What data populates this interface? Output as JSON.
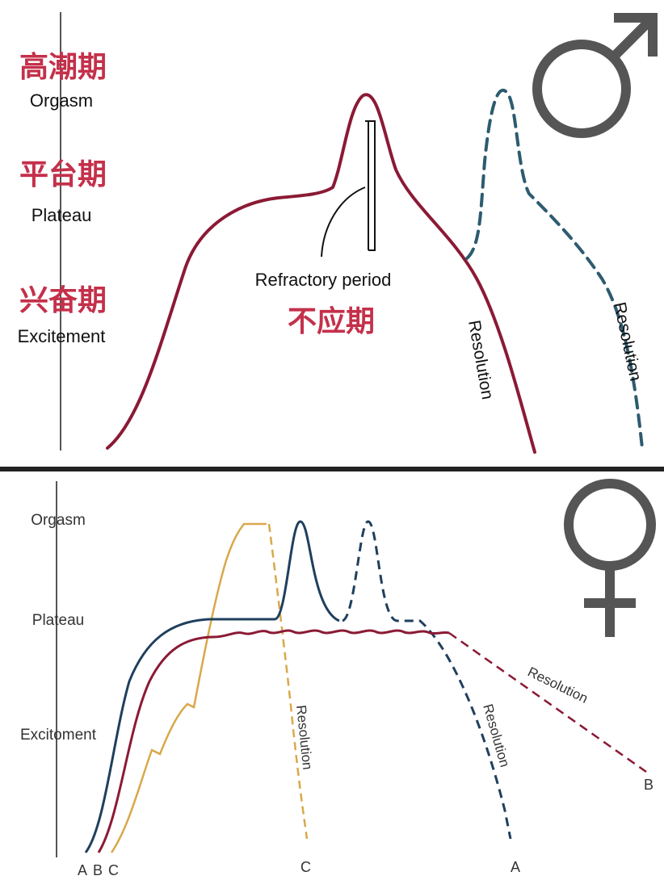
{
  "male": {
    "symbol_name": "male-symbol",
    "stages": [
      {
        "zh": "高潮期",
        "en": "Orgasm"
      },
      {
        "zh": "平台期",
        "en": "Plateau"
      },
      {
        "zh": "兴奋期",
        "en": "Excitement"
      }
    ],
    "refractory_en": "Refractory period",
    "refractory_zh": "不应期",
    "resolution_1": "Resolution",
    "resolution_2": "Resolution",
    "colors": {
      "main_curve": "#8b1a35",
      "second_curve": "#2d5b70",
      "zh_text": "#c4304a",
      "symbol": "#555555"
    }
  },
  "female": {
    "symbol_name": "female-symbol",
    "stages": [
      {
        "en": "Orgasm"
      },
      {
        "en": "Plateau"
      },
      {
        "en": "Excitoment"
      }
    ],
    "resolution_c": "Resolution",
    "resolution_a": "Resolution",
    "resolution_b": "Resolution",
    "letters_start": [
      "A",
      "B",
      "C"
    ],
    "letter_c_end": "C",
    "letter_a_end": "A",
    "letter_b_end": "B",
    "colors": {
      "curve_a": "#1f3f5e",
      "curve_b": "#8b1a35",
      "curve_c": "#d9a84a"
    }
  }
}
